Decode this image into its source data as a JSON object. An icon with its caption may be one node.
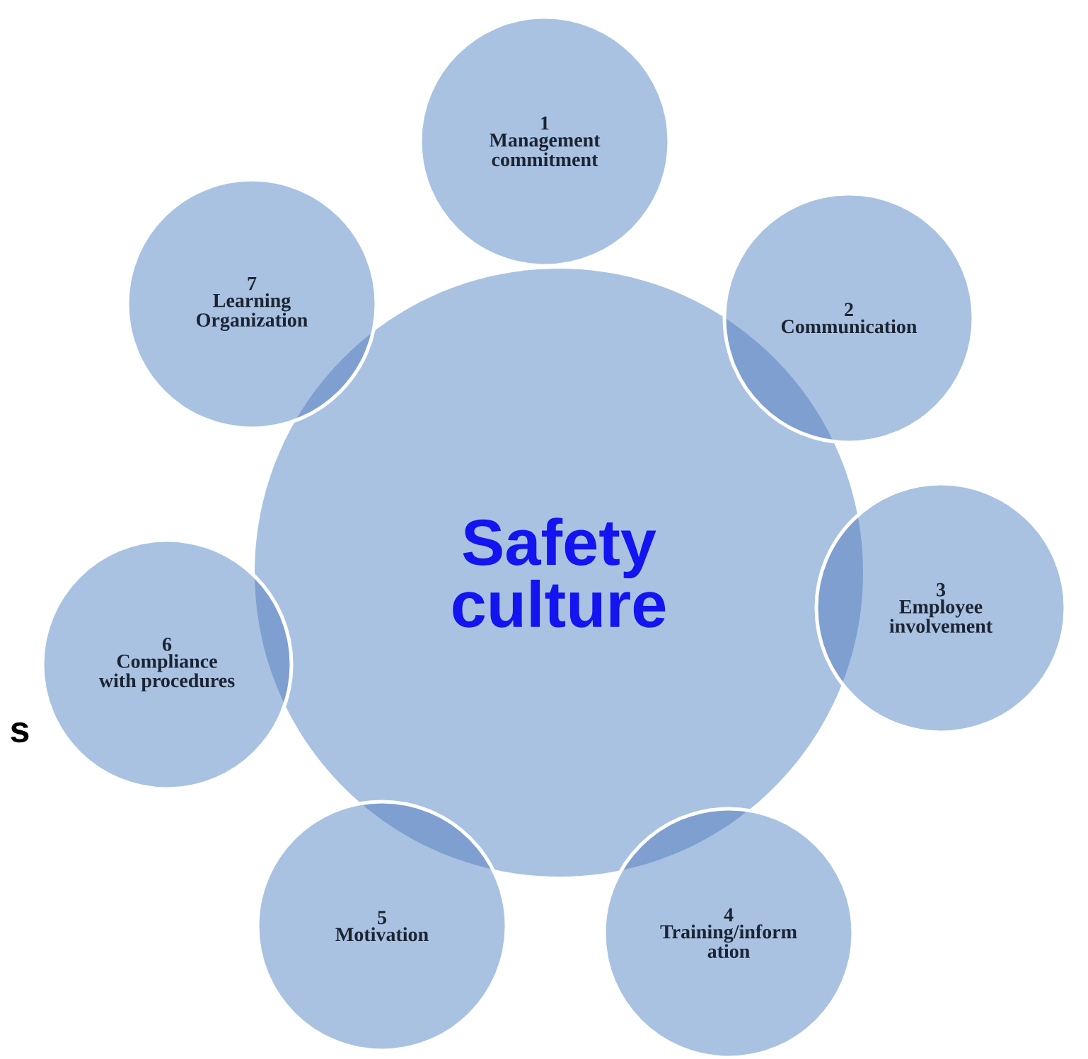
{
  "diagram": {
    "nodes": [
      {
        "text": [
          "Safety culture"
        ]
      },
      {
        "text": [
          "1",
          "Management commitment"
        ]
      },
      {
        "text": [
          "2",
          "Communication"
        ]
      },
      {
        "text": [
          "3",
          "Employee involvement"
        ]
      },
      {
        "text": [
          "4",
          "Training/inform ation"
        ]
      },
      {
        "text": [
          "5",
          "Motivation"
        ]
      },
      {
        "text": [
          "6",
          "Compliance with procedures"
        ]
      },
      {
        "text": [
          "7",
          "Learning Organization"
        ]
      }
    ],
    "labels": [
      "s"
    ]
  }
}
